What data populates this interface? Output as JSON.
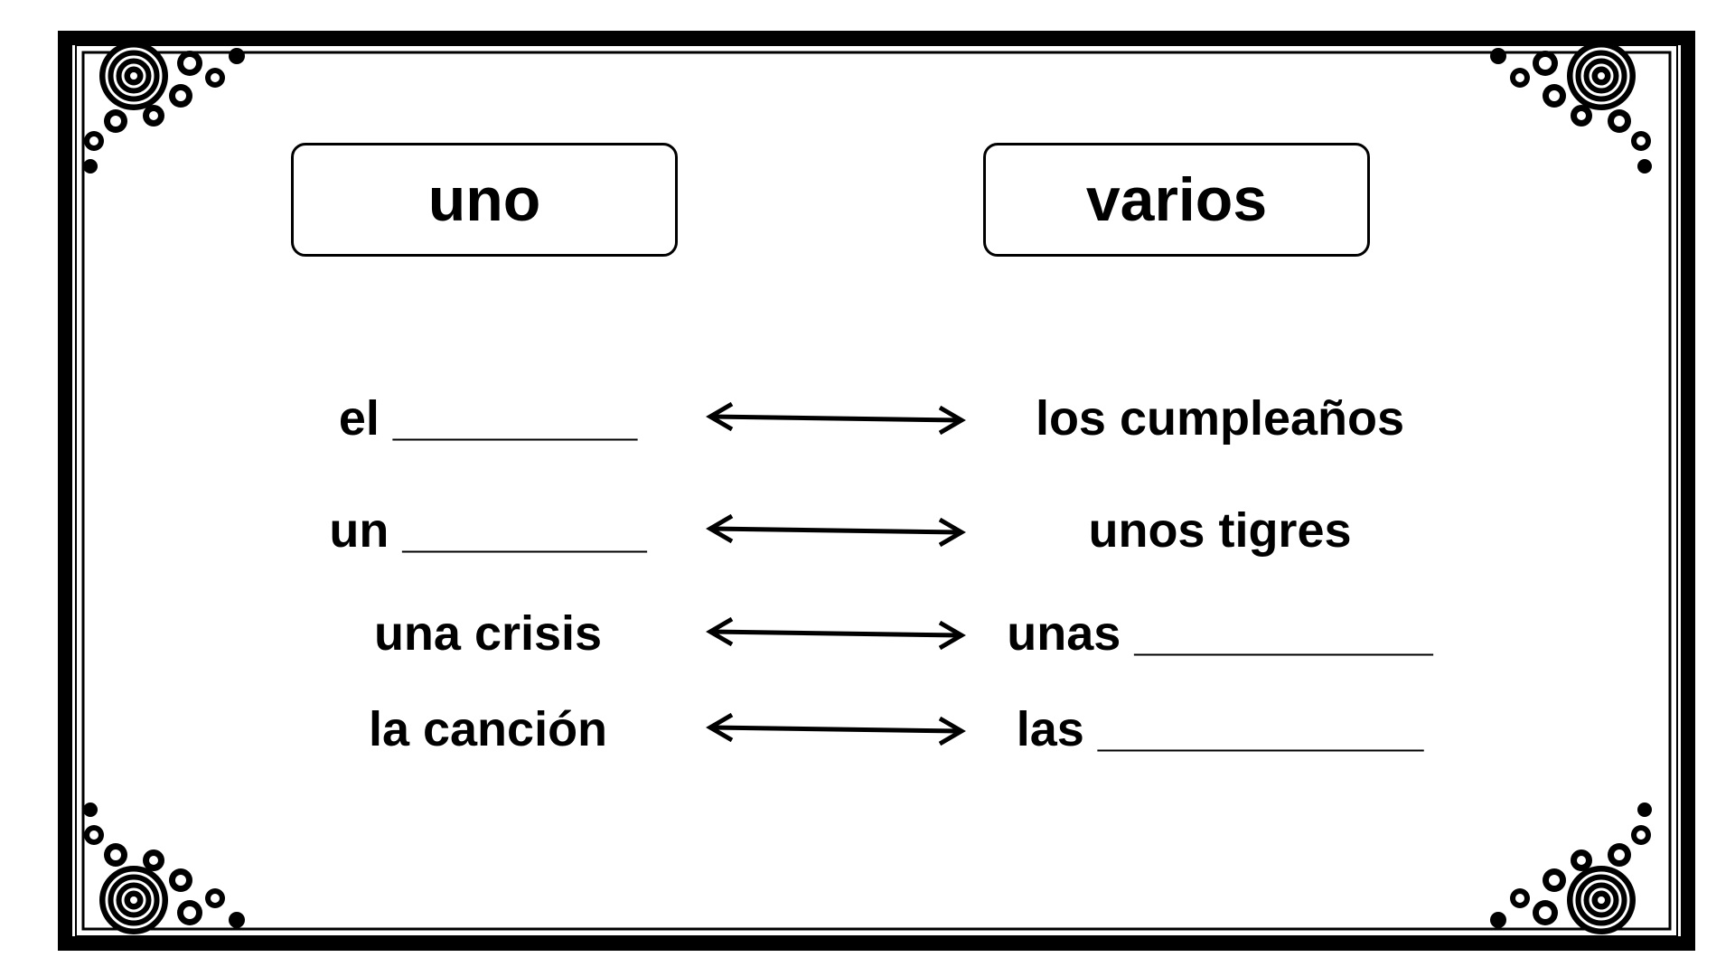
{
  "headers": {
    "left": "uno",
    "right": "varios"
  },
  "rows": [
    {
      "singular": "el _________",
      "plural": "los cumpleaños"
    },
    {
      "singular": "un _________",
      "plural": "unos tigres"
    },
    {
      "singular": "una crisis",
      "plural": "unas ___________"
    },
    {
      "singular": "la canción",
      "plural": "las ____________"
    }
  ],
  "colors": {
    "ink": "#000000",
    "background": "#ffffff"
  },
  "icons": {
    "connector": "double-headed-arrow-icon",
    "corner": "swirl-ornament-icon"
  }
}
